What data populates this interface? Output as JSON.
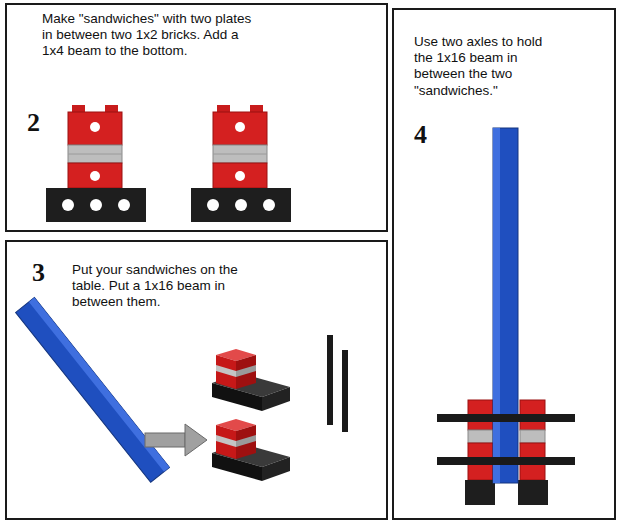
{
  "diagram": {
    "nodes": [
      {
        "text": [
          "Make \"sandwiches\" with two plates in between two 1x2 bricks. Add a 1x4 beam to the bottom.",
          "2"
        ]
      },
      {
        "text": [
          "3",
          "Put your sandwiches on the table. Put a 1x16 beam in between them."
        ]
      },
      {
        "text": [
          "Use two axles to hold the 1x16 beam in between the two \"sandwiches.\"",
          "4"
        ]
      }
    ]
  }
}
